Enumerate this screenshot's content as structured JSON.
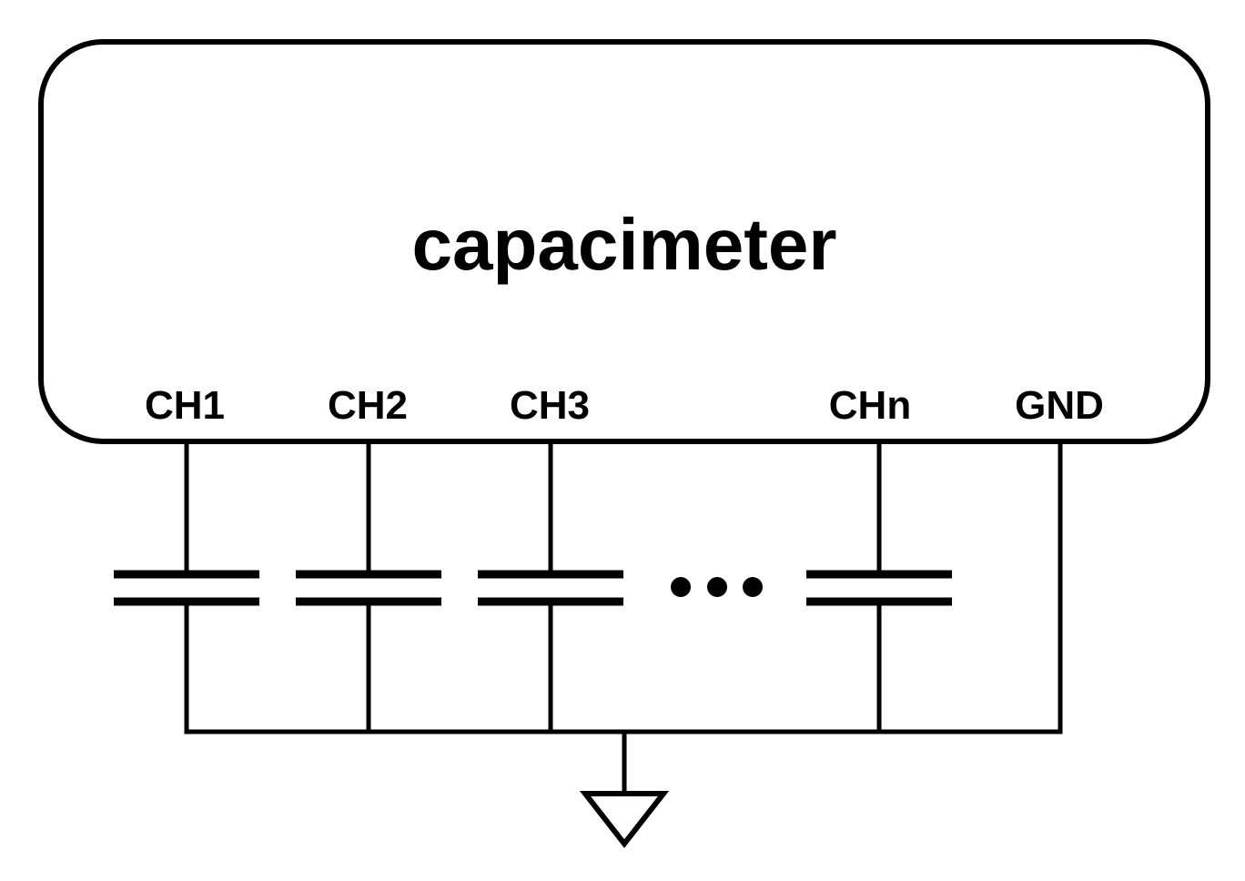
{
  "diagram": {
    "device_label": "capacimeter",
    "channels": [
      {
        "label": "CH1"
      },
      {
        "label": "CH2"
      },
      {
        "label": "CH3"
      },
      {
        "label": "CHn"
      }
    ],
    "ground_label": "GND",
    "ellipsis": "•••",
    "stroke_color": "#000000",
    "background_color": "#ffffff"
  }
}
